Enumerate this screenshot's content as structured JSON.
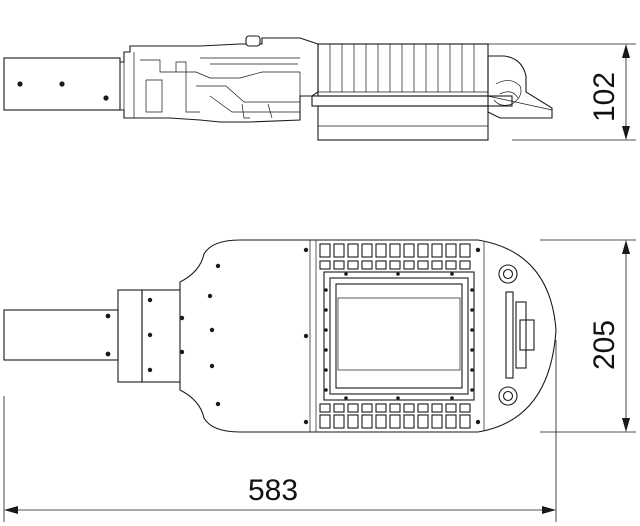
{
  "dimensions": {
    "height_label": "102",
    "width_label": "205",
    "length_label": "583"
  }
}
